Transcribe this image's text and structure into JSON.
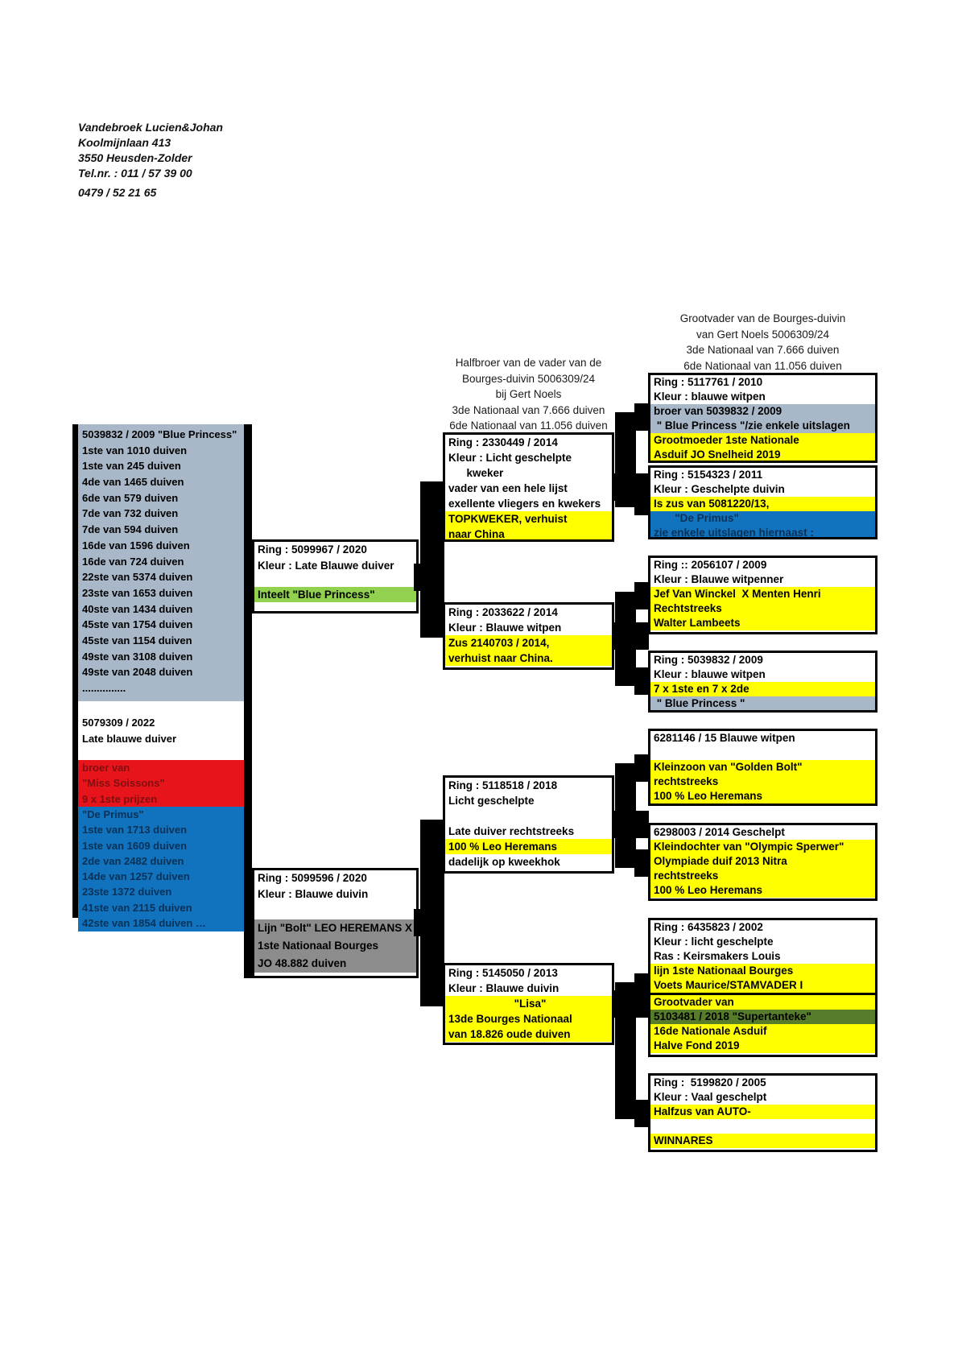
{
  "owner": {
    "lines": [
      "Vandebroek Lucien&Johan",
      "Koolmijnlaan 413",
      "3550 Heusden-Zolder",
      "Tel.nr. : 011 / 57 39 00",
      "0479 / 52 21 65"
    ]
  },
  "notes": {
    "father_side": [
      "Halfbroer van de vader van de",
      "Bourges-duivin 5006309/24",
      "bij Gert Noels",
      "3de Nationaal van 7.666 duiven",
      "6de Nationaal van 11.056 duiven"
    ],
    "grandfather_side": [
      "Grootvader van de Bourges-duivin",
      "van Gert Noels 5006309/24",
      "3de Nationaal van 7.666 duiven",
      "6de Nationaal van 11.056 duiven"
    ]
  },
  "subject": {
    "gray": [
      "5039832 / 2009 \"Blue Princess\"",
      "1ste van 1010 duiven",
      "1ste van 245 duiven",
      "4de van 1465 duiven",
      "6de van 579 duiven",
      "7de van 732 duiven",
      "7de van 594 duiven",
      "16de van 1596 duiven",
      "16de van 724 duiven",
      "22ste van 5374 duiven",
      "23ste van 1653 duiven",
      "40ste van 1434 duiven",
      "45ste van 1754 duiven",
      "45ste van 1154 duiven",
      "49ste van 3108 duiven",
      "49ste van 2048 duiven",
      "..............."
    ],
    "white": [
      "5079309 / 2022",
      "Late blauwe duiver"
    ],
    "red": [
      "broer van",
      "\"Miss Soissons\"",
      "9 x 1ste prijzen"
    ],
    "blue": [
      "\"De Primus\"",
      "1ste van 1713 duiven",
      "1ste van 1609 duiven",
      "2de van 2482 duiven",
      "14de van 1257 duiven",
      "23ste 1372 duiven",
      "41ste van 2115 duiven",
      "42ste van 1854 duiven …"
    ]
  },
  "father": {
    "ring": "Ring : 5099967 / 2020",
    "kleur": "Kleur : Late Blauwe duiver",
    "note": "Inteelt \"Blue Princess\""
  },
  "mother": {
    "ring": "Ring : 5099596 / 2020",
    "kleur": "Kleur : Blauwe duivin",
    "gray": [
      "Lijn \"Bolt\" LEO HEREMANS X",
      "1ste Nationaal Bourges",
      "JO 48.882 duiven"
    ]
  },
  "gp_ff": {
    "lines": [
      "Ring : 2330449 / 2014",
      "Kleur : Licht geschelpte",
      "      kweker",
      "vader van een hele lijst",
      "exellente vliegers en kwekers",
      "TOPKWEKER, verhuist",
      "naar China"
    ]
  },
  "gp_fm": {
    "lines": [
      "Ring : 2033622 / 2014",
      "Kleur : Blauwe witpen",
      "Zus 2140703 / 2014,",
      "verhuist naar China."
    ]
  },
  "gp_mf": {
    "lines": [
      "Ring : 5118518 / 2018",
      "Licht geschelpte",
      "",
      "Late duiver rechtstreeks",
      "100 % Leo Heremans",
      "dadelijk op kweekhok"
    ]
  },
  "gp_mm": {
    "lines": [
      "Ring : 5145050 / 2013",
      "Kleur : Blauwe duivin",
      "\"Lisa\"",
      "13de Bourges Nationaal",
      "van 18.826 oude duiven"
    ]
  },
  "gg1": {
    "lines": [
      "Ring : 5117761 / 2010",
      "Kleur : blauwe witpen",
      "broer van 5039832 / 2009",
      " \" Blue Princess \"/zie enkele uitslagen",
      "Grootmoeder 1ste Nationale",
      "Asduif JO Snelheid 2019"
    ]
  },
  "gg2": {
    "lines": [
      "Ring : 5154323 / 2011",
      "Kleur : Geschelpte duivin",
      "Is zus van 5081220/13,",
      "       \"De Primus\"",
      "zie enkele uitslagen hiernaast :"
    ]
  },
  "gg3": {
    "lines": [
      "Ring :: 2056107 / 2009",
      "Kleur : Blauwe witpenner",
      "Jef Van Winckel  X Menten Henri",
      "Rechtstreeks",
      "Walter Lambeets"
    ]
  },
  "gg4": {
    "lines": [
      "Ring : 5039832 / 2009",
      "Kleur : blauwe witpen",
      "7 x 1ste en 7 x 2de",
      " \" Blue Princess \""
    ]
  },
  "gg5": {
    "lines": [
      "6281146 / 15 Blauwe witpen",
      "",
      "Kleinzoon van \"Golden Bolt\"",
      "rechtstreeks",
      "100 % Leo Heremans"
    ]
  },
  "gg6": {
    "lines": [
      "6298003 / 2014 Geschelpt",
      "Kleindochter van \"Olympic Sperwer\"",
      "Olympiade duif 2013 Nitra",
      "rechtstreeks",
      "100 % Leo Heremans"
    ]
  },
  "gg7": {
    "lines": [
      "Ring : 6435823 / 2002",
      "Kleur : licht geschelpte",
      "Ras : Keirsmakers Louis",
      "lijn 1ste Nationaal Bourges",
      "Voets Maurice/STAMVADER I",
      "Grootvader van",
      "5103481 / 2018 \"Supertanteke\"",
      "16de Nationale Asduif",
      "Halve Fond 2019"
    ]
  },
  "gg8": {
    "lines": [
      "Ring :  5199820 / 2005",
      "Kleur : Vaal geschelpt",
      "Halfzus van AUTO-",
      "",
      "WINNARES"
    ]
  },
  "colors": {
    "yellow": "#ffff00",
    "blue_gray": "#a9b8c8",
    "red": "#e8141c",
    "blue": "#1173bd",
    "green": "#92d050",
    "dark_green": "#577d2b",
    "gray": "#8c8c8c"
  }
}
